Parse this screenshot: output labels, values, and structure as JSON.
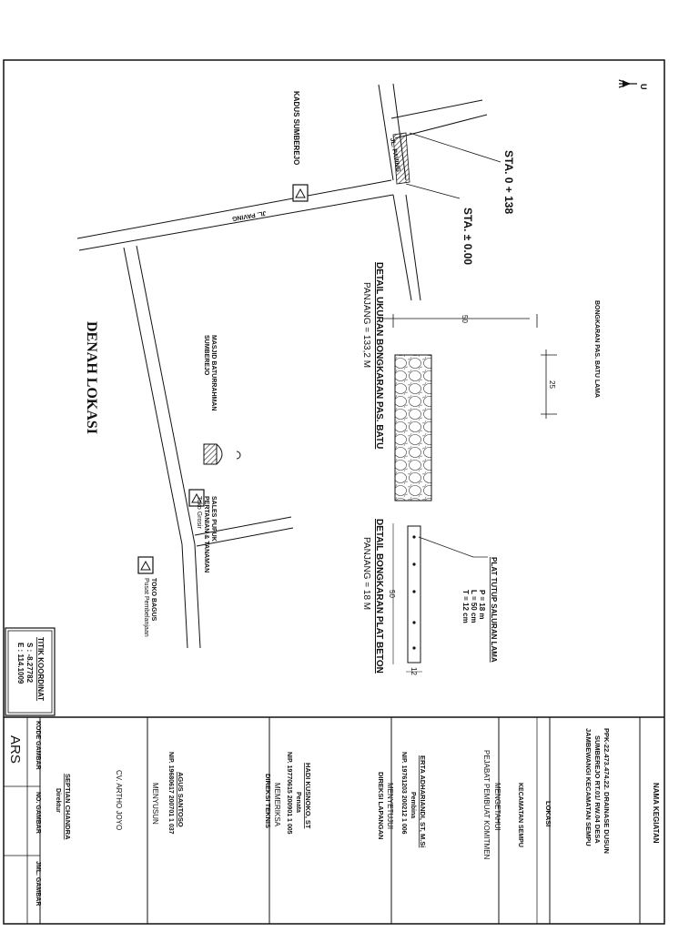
{
  "map": {
    "title": "DENAH LOKASI",
    "north": "U",
    "kadus": "KADUS SUMBEREJO",
    "road_paving_1": "JL. PAVING",
    "road_paving_2": "JL. PAVING",
    "sta_start": "STA. 0 + 138",
    "sta_end": "STA. ± 0.00",
    "masjid": [
      "MASJID BATURRAHMAN",
      "SUMBEREJO"
    ],
    "sales": [
      "SALES PUPUK",
      "PERTANIAN & TANAMAN",
      "Toko Grosir"
    ],
    "toko": [
      "TOKO BAGUS",
      "Pusat Pembelanjaan"
    ]
  },
  "detail_batu": {
    "title": "DETAIL UKURAN BONGKARAN PAS. BATU",
    "length": "PANJANG = 133,2 M",
    "label": "BONGKARAN PAS. BATU LAMA",
    "dim_w": "50",
    "dim_h": "25"
  },
  "detail_beton": {
    "title": "DETAIL BONGKARAN PLAT BETON",
    "length": "PANJANG = 18 M",
    "label": "PLAT TUTUP SALURAN LAMA",
    "specs": [
      "P = 18 m",
      "L = 50 cm",
      "T = 12 cm"
    ],
    "dim_w": "50",
    "dim_h": "12"
  },
  "coord": {
    "title": "TITIK KOORDINAT",
    "s": "S : -8.27782",
    "e": "E : 114.1009"
  },
  "title_block": {
    "kegiatan_label": "NAMA KEGIATAN",
    "kegiatan": [
      "PPK-22.473.474.22. DRAINASE DUSUN",
      "SUMBEREJO RT.01/ RW.04 DESA",
      "JAMBEWANGI KECAMATAN SEMPU"
    ],
    "lokasi_label": "LOKASI",
    "lokasi": "KECAMATAN SEMPU",
    "mengetahui": "MENGETAHUI",
    "pejabat": "PEJABAT PEMBUAT KOMITMEN",
    "ppk_name": "ERTA ADHARIANDI, ST, M.Si",
    "ppk_title": "Pembina",
    "ppk_nip": "NIP. 19761203 200212 1 006",
    "menyetujui": "MENYETUJUI",
    "direksi_lap": "DIREKSI LAPANGAN",
    "hadi_name": "HADI KUSNOKO, ST",
    "hadi_title": "Penata",
    "hadi_nip": "NIP. 19770615 200901 1 005",
    "memeriksa": "MEMERIKSA",
    "direksi_teknis": "DIREKSI TEKNIS",
    "agus_name": "AGUS SANTOSO",
    "agus_nip": "NIP. 19680617 200701 1 037",
    "menyusun": "MENYUSUN",
    "cv": "CV. ARTHO JOYO",
    "direktur_name": "SEPTIAN CHANDRA",
    "direktur_title": "Direktur",
    "kode_label": "KODE GAMBAR",
    "no_label": "NO. GAMBAR",
    "jml_label": "JML. GAMBAR",
    "kode": "ARS"
  }
}
